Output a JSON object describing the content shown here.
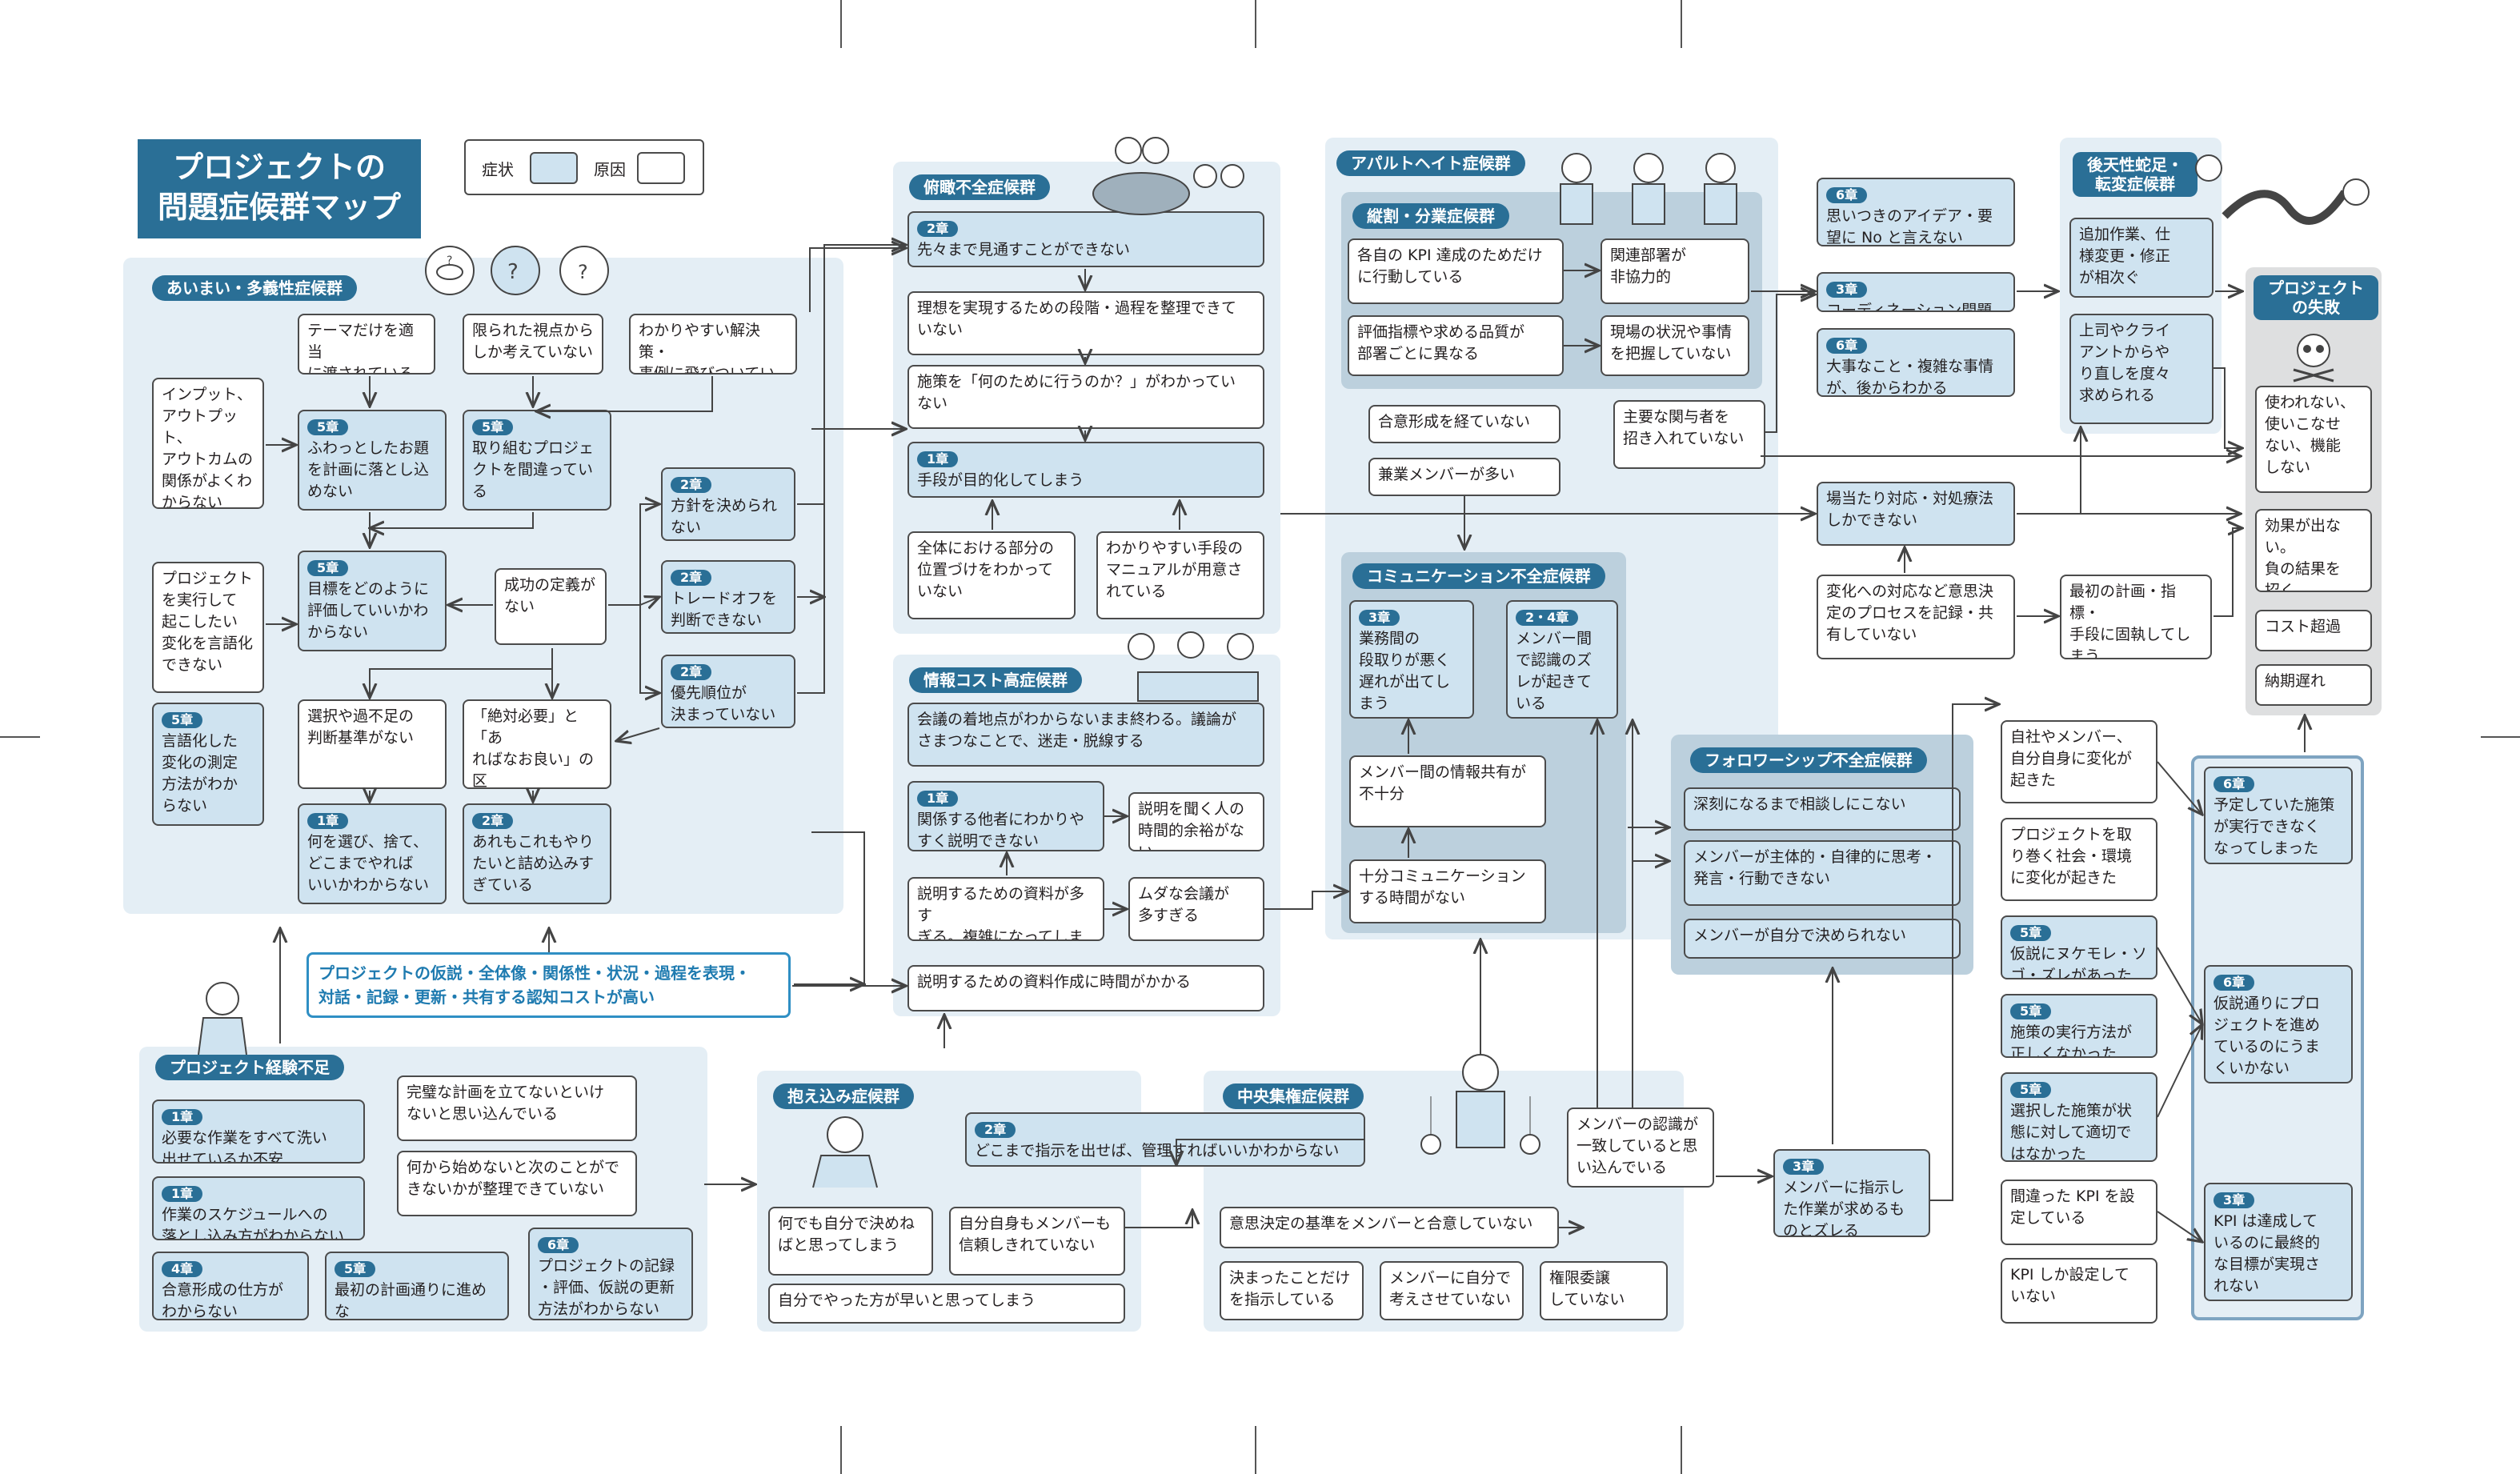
{
  "title": {
    "line1": "プロジェクトの",
    "line2": "問題症候群マップ"
  },
  "legend": {
    "symptom": "症状",
    "cause": "原因"
  },
  "groups": {
    "aimai": "あいまい・多義性症候群",
    "fukan": "俯瞰不全症候群",
    "joho": "情報コスト高症候群",
    "apartheid": "アパルトヘイト症候群",
    "tatewari": "縦割・分業症候群",
    "comm": "コミュニケーション不全症候群",
    "follow": "フォロワーシップ不全症候群",
    "kotensei": "後天性蛇足・\n転変症候群",
    "failure": "プロジェクト\nの失敗",
    "keiken": "プロジェクト経験不足",
    "kakaekomi": "抱え込み症候群",
    "chuo": "中央集権症候群"
  },
  "badges": {
    "ch1": "1章",
    "ch2": "2章",
    "ch3": "3章",
    "ch5": "5章",
    "ch6": "6章",
    "ch4": "4章",
    "ch24": "2・4章"
  },
  "boxes": {
    "a_theme": "テーマだけを適当\nに渡されている",
    "a_limited": "限られた視点から\nしか考えていない",
    "a_easy": "わかりやすい解決策・\n事例に飛びついている",
    "a_input": "インプット、\nアウトプット、\nアウトカムの\n関係がよくわ\nからない",
    "a_fuwatto": "ふわっとしたお題\nを計画に落とし込\nめない",
    "a_torikumi": "取り組むプロジェ\nクトを間違ってい\nる",
    "a_houshin": "方針を決められ\nない",
    "a_project": "プロジェクト\nを実行して\n起こしたい\n変化を言語化\nできない",
    "a_mokuhyo": "目標をどのように\n評価していいかわ\nからない",
    "a_seikou": "成功の定義が\nない",
    "a_tradeoff": "トレードオフを\n判断できない",
    "a_gengo": "言語化した\n変化の測定\n方法がわか\nらない",
    "a_yusen": "優先順位が\n決まっていない",
    "a_sentaku": "選択や過不足の\n判断基準がない",
    "a_zettai": "「絶対必要」と「あ\nればなお良い」の区\n別がついていない",
    "a_nani": "何を選び、捨て、\nどこまでやれば\nいいかわからない",
    "a_are": "あれもこれもやり\nたいと詰め込みす\nぎている",
    "cost_note": "プロジェクトの仮説・全体像・関係性・状況・過程を表現・\n対話・記録・更新・共有する認知コストが高い",
    "f_saki": "先々まで見通すことができない",
    "f_riso": "理想を実現するための段階・過程を整理できて\nいない",
    "f_shisaku": "施策を「何のために行うのか？」がわかってい\nない",
    "f_mokuteki": "手段が目的化してしまう",
    "f_zentai": "全体における部分の\n位置づけをわかって\nいない",
    "f_manual": "わかりやすい手段の\nマニュアルが用意さ\nれている",
    "j_kaigi": "会議の着地点がわからないまま終わる。議論が\nさまつなことで、迷走・脱線する",
    "j_kankei": "関係する他者にわかりや\nすく説明できない",
    "j_setsumei_hito": "説明を聞く人の\n時間的余裕がない",
    "j_shiryo": "説明するための資料が多す\nぎる。複雑になってしまう",
    "j_muda": "ムダな会議が\n多すぎる",
    "j_jikan": "説明するための資料作成に時間がかかる",
    "t_kakubu": "各自の KPI 達成のためだけ\nに行動している",
    "t_kanren": "関連部署が\n非協力的",
    "t_hyoka": "評価指標や求める品質が\n部署ごとに異なる",
    "t_genba": "現場の状況や事情\nを把握していない",
    "ap_goui": "合意形成を経ていない",
    "ap_kengyo": "兼業メンバーが多い",
    "ap_shuyo": "主要な関与者を\n招き入れていない",
    "c_gyomu": "業務間の\n段取りが悪く\n遅れが出てし\nまう",
    "c_member": "メンバー間\nで認識のズ\nレが起きて\nいる",
    "c_joho": "メンバー間の情報共有が\n不十分",
    "c_jikan": "十分コミュニケーション\nする時間がない",
    "fw_shinkoku": "深刻になるまで相談しにこない",
    "fw_shutai": "メンバーが主体的・自律的に思考・\n発言・行動できない",
    "fw_jibun": "メンバーが自分で決められない",
    "r_omoitsuki": "思いつきのアイデア・要\n望に No と言えない",
    "r_coordination": "コーディネーション問題",
    "r_daiji": "大事なこと・複雑な事情\nが、後からわかる",
    "r_bahoshiki": "場当たり対応・対処療法\nしかできない",
    "r_henka": "変化への対応など意思決\n定のプロセスを記録・共\n有していない",
    "r_saisho": "最初の計画・指標・\n手段に固執してし\nまう",
    "k_tsuika": "追加作業、仕\n様変更・修正\nが相次ぐ",
    "k_joshi": "上司やクライ\nアントからや\nり直しを度々\n求められる",
    "fail_tsukawa": "使われない、\n使いこなせ\nない、機能\nしない",
    "fail_koka": "効果が出ない。\n負の結果を\n招く",
    "fail_cost": "コスト超過",
    "fail_noki": "納期遅れ",
    "e_jisha": "自社やメンバー、\n自分自身に変化が\n起きた",
    "e_torimaku": "プロジェクトを取\nり巻く社会・環境\nに変化が起きた",
    "e_kasetsu": "仮説にヌケモレ・ソ\nゴ・ズレがあった",
    "e_shisaku": "施策の実行方法が\n正しくなかった",
    "e_sentaku": "選択した施策が状\n態に対して適切で\nはなかった",
    "e_machigatta": "間違った KPI を設\n定している",
    "e_kpi": "KPI しか設定して\nいない",
    "o_yotei": "予定していた施策\nが実行できなく\nなってしまった",
    "o_kasetsu": "仮説通りにプロ\nジェクトを進め\nているのにうま\nくいかない",
    "o_kpi": "KPI は達成して\nいるのに最終的\nな目標が実現さ\nれない",
    "k2_kanpeki": "完璧な計画を立てないといけ\nないと思い込んでいる",
    "k2_hitsuyo": "必要な作業をすべて洗い\n出せているか不安",
    "k2_nanika": "何から始めないと次のことがで\nきないかが整理できていない",
    "k2_schedule": "作業のスケジュールへの\n落とし込み方がわからない",
    "k2_goui": "合意形成の仕方が\nわからない",
    "k2_saisho": "最初の計画通りに進めな\nければと思い込んでいる",
    "k2_kiroku": "プロジェクトの記録\n・評価、仮説の更新\n方法がわからない",
    "ka_doko": "どこまで指示を出せば、管理すればいいかわからない",
    "ka_nandemo": "何でも自分で決めね\nばと思ってしまう",
    "ka_jibun": "自分自身もメンバーも\n信頼しきれていない",
    "ka_jibunde": "自分でやった方が早いと思ってしまう",
    "ch_ishi": "意思決定の基準をメンバーと合意していない",
    "ch_kimatta": "決まったことだけ\nを指示している",
    "ch_member": "メンバーに自分で\n考えさせていない",
    "ch_kengen": "権限委譲\nしていない",
    "ch_ninshiki": "メンバーの認識が\n一致していると思\nい込んでいる",
    "ch_shiji": "メンバーに指示し\nた作業が求めるも\nのとズレる"
  },
  "colors": {
    "accent": "#2a6f96",
    "symptom": "#cfe3f0",
    "region": "#e4eef5",
    "region_dark": "#bcd0dd",
    "failure": "#dedfe0",
    "note": "#1f7bb0"
  },
  "icons": [
    "eye-question-icon",
    "head-question-icon",
    "hand-question-icon",
    "worried-person-icon",
    "skull-icon"
  ]
}
